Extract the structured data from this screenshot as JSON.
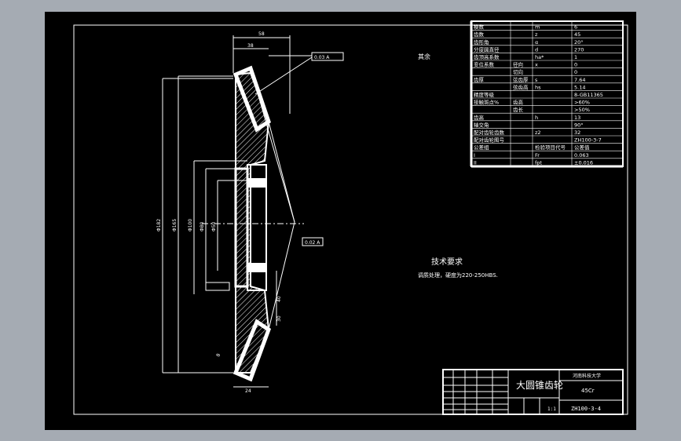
{
  "drawing": {
    "title": "大圆锥齿轮",
    "university": "河南科技大学",
    "material": "45Cr",
    "drawing_no": "ZH100-3-4",
    "scale": "1:1",
    "surface_note": "其余",
    "tech_req_title": "技术要求",
    "tech_req_text": "调质处理，硬度为220-250HBS.",
    "tolerance_frame_1": "0.03 A",
    "tolerance_frame_2": "0.02 A"
  },
  "dimensions": {
    "top_1": "58",
    "top_2": "38",
    "outer_dia": "Φ182",
    "dia_2": "Φ165",
    "dia_3": "Φ100",
    "dia_4": "Φ80",
    "dia_5": "Φ50",
    "side_1": "40",
    "side_2": "30",
    "bottom_1": "24",
    "bottom_2": "8"
  },
  "params_table": [
    {
      "name": "模数",
      "sub": "",
      "sym": "m",
      "val": "6"
    },
    {
      "name": "齿数",
      "sub": "",
      "sym": "z",
      "val": "45"
    },
    {
      "name": "齿形角",
      "sub": "",
      "sym": "α",
      "val": "20°"
    },
    {
      "name": "分度圆直径",
      "sub": "",
      "sym": "d",
      "val": "270"
    },
    {
      "name": "齿顶高系数",
      "sub": "",
      "sym": "ha*",
      "val": "1"
    },
    {
      "name": "变位系数",
      "sub": "径向",
      "sym": "x",
      "val": "0"
    },
    {
      "name": "",
      "sub": "切向",
      "sym": "",
      "val": "0"
    },
    {
      "name": "齿厚",
      "sub": "弦齿厚",
      "sym": "s",
      "val": "7.64"
    },
    {
      "name": "",
      "sub": "弦齿高",
      "sym": "hs",
      "val": "5.14"
    },
    {
      "name": "精度等级",
      "sub": "",
      "sym": "",
      "val": "8-GB11365"
    },
    {
      "name": "接触斑点%",
      "sub": "齿高",
      "sym": "",
      "val": ">60%"
    },
    {
      "name": "",
      "sub": "齿长",
      "sym": "",
      "val": ">50%"
    },
    {
      "name": "齿高",
      "sub": "",
      "sym": "h",
      "val": "13"
    },
    {
      "name": "轴交角",
      "sub": "",
      "sym": "",
      "val": "90°"
    },
    {
      "name": "配对齿轮齿数",
      "sub": "",
      "sym": "z2",
      "val": "32"
    },
    {
      "name": "配对齿轮图号",
      "sub": "",
      "sym": "",
      "val": "ZH100-3-7"
    },
    {
      "name": "公差组",
      "sub": "",
      "sym": "检验项目代号",
      "val": "公差值"
    },
    {
      "name": "I",
      "sub": "",
      "sym": "Fr",
      "val": "0.063"
    },
    {
      "name": "II",
      "sub": "",
      "sym": "fpt",
      "val": "±0.016"
    }
  ]
}
